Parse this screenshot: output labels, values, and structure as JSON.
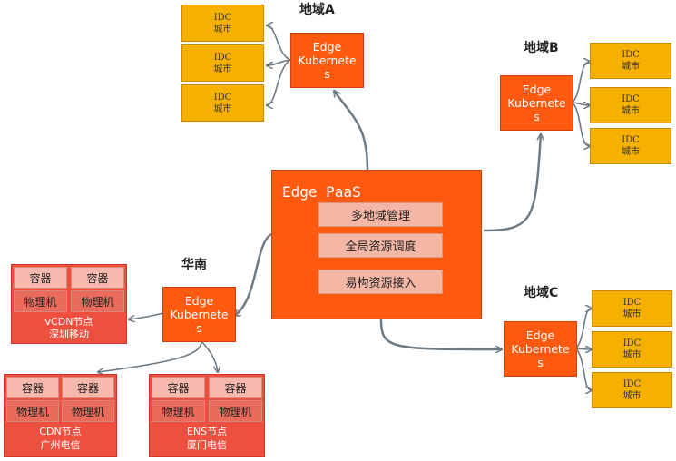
{
  "paas": {
    "title": "Edge PaaS",
    "items": [
      "多地域管理",
      "全局资源调度",
      "易构资源接入"
    ]
  },
  "regions": {
    "a": {
      "label": "地域A",
      "edge": "Edge\nKubernete\ns",
      "idc": [
        [
          "IDC",
          "城市"
        ],
        [
          "IDC",
          "城市"
        ],
        [
          "IDC",
          "城市"
        ]
      ]
    },
    "b": {
      "label": "地域B",
      "edge": "Edge\nKubernete\ns",
      "idc": [
        [
          "IDC",
          "城市"
        ],
        [
          "IDC",
          "城市"
        ],
        [
          "IDC",
          "城市"
        ]
      ]
    },
    "c": {
      "label": "地域C",
      "edge": "Edge\nKubernete\ns",
      "idc": [
        [
          "IDC",
          "城市"
        ],
        [
          "IDC",
          "城市"
        ],
        [
          "IDC",
          "城市"
        ]
      ]
    },
    "south": {
      "label": "华南",
      "edge": "Edge\nKubernete\ns"
    }
  },
  "nodes": {
    "vcdn": {
      "container": "容器",
      "machine": "物理机",
      "caption_1": "vCDN节点",
      "caption_2": "深圳移动"
    },
    "cdn": {
      "container": "容器",
      "machine": "物理机",
      "caption_1": "CDN节点",
      "caption_2": "广州电信"
    },
    "ens": {
      "container": "容器",
      "machine": "物理机",
      "caption_1": "ENS节点",
      "caption_2": "厦门电信"
    }
  },
  "colors": {
    "idc_fill": "#F5B000",
    "edge_fill": "#FF5A10",
    "paas_fill": "#FF5A10",
    "paas_item_fill": "#F4B7A6",
    "node_fill": "#EF4F3E",
    "container_fill": "#F7B8AE",
    "connector": "#6E7B85"
  }
}
